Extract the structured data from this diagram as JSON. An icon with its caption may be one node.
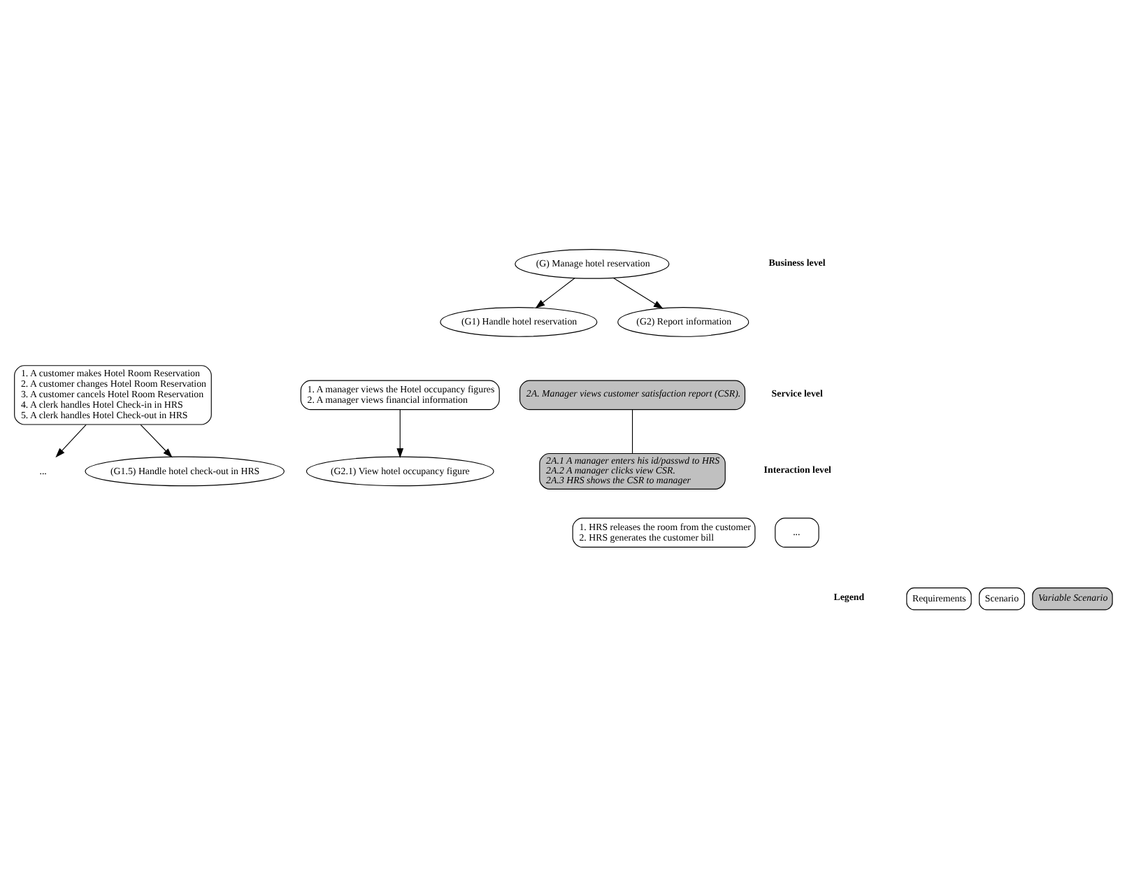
{
  "diagram": {
    "nodes": [
      {
        "text": [
          "(G) Manage hotel reservation"
        ]
      },
      {
        "text": [
          "(G1) Handle hotel reservation"
        ]
      },
      {
        "text": [
          "(G2) Report information"
        ]
      },
      {
        "text": [
          "1. A customer makes Hotel Room Reservation",
          "2. A customer changes Hotel Room Reservation",
          "3. A customer cancels Hotel Room Reservation",
          "4. A clerk handles Hotel Check-in in HRS",
          "5. A clerk handles Hotel Check-out in HRS"
        ]
      },
      {
        "text": [
          "1. A manager views the Hotel occupancy figures",
          "2. A manager views financial information"
        ]
      },
      {
        "text": [
          "2A. Manager views customer satisfaction report (CSR)."
        ]
      },
      {
        "text": [
          "..."
        ]
      },
      {
        "text": [
          "(G1.5) Handle hotel check-out in HRS"
        ]
      },
      {
        "text": [
          "1. HRS releases the room from the customer",
          "2. HRS generates the customer bill"
        ]
      },
      {
        "text": [
          "(G2.1) View hotel occupancy figure"
        ]
      },
      {
        "text": [
          "..."
        ]
      },
      {
        "text": [
          "2A.1 A manager enters his id/passwd to HRS",
          "2A.2 A manager clicks view CSR.",
          "2A.3 HRS shows the CSR to manager"
        ]
      }
    ],
    "edges": [
      {
        "from": 0,
        "to": 1,
        "arrow": "to"
      },
      {
        "from": 0,
        "to": 2,
        "arrow": "to"
      },
      {
        "from": 3,
        "to": 6,
        "arrow": "to"
      },
      {
        "from": 3,
        "to": 7,
        "arrow": "to"
      },
      {
        "from": 4,
        "to": 9,
        "arrow": "to"
      },
      {
        "from": 5,
        "to": 11,
        "arrow": "none"
      }
    ],
    "labels": [
      "Business level",
      "Service level",
      "Interaction level",
      "Legend"
    ],
    "legend": [
      {
        "text": "Requirements"
      },
      {
        "text": "Scenario"
      },
      {
        "text": "Variable Scenario"
      }
    ]
  }
}
